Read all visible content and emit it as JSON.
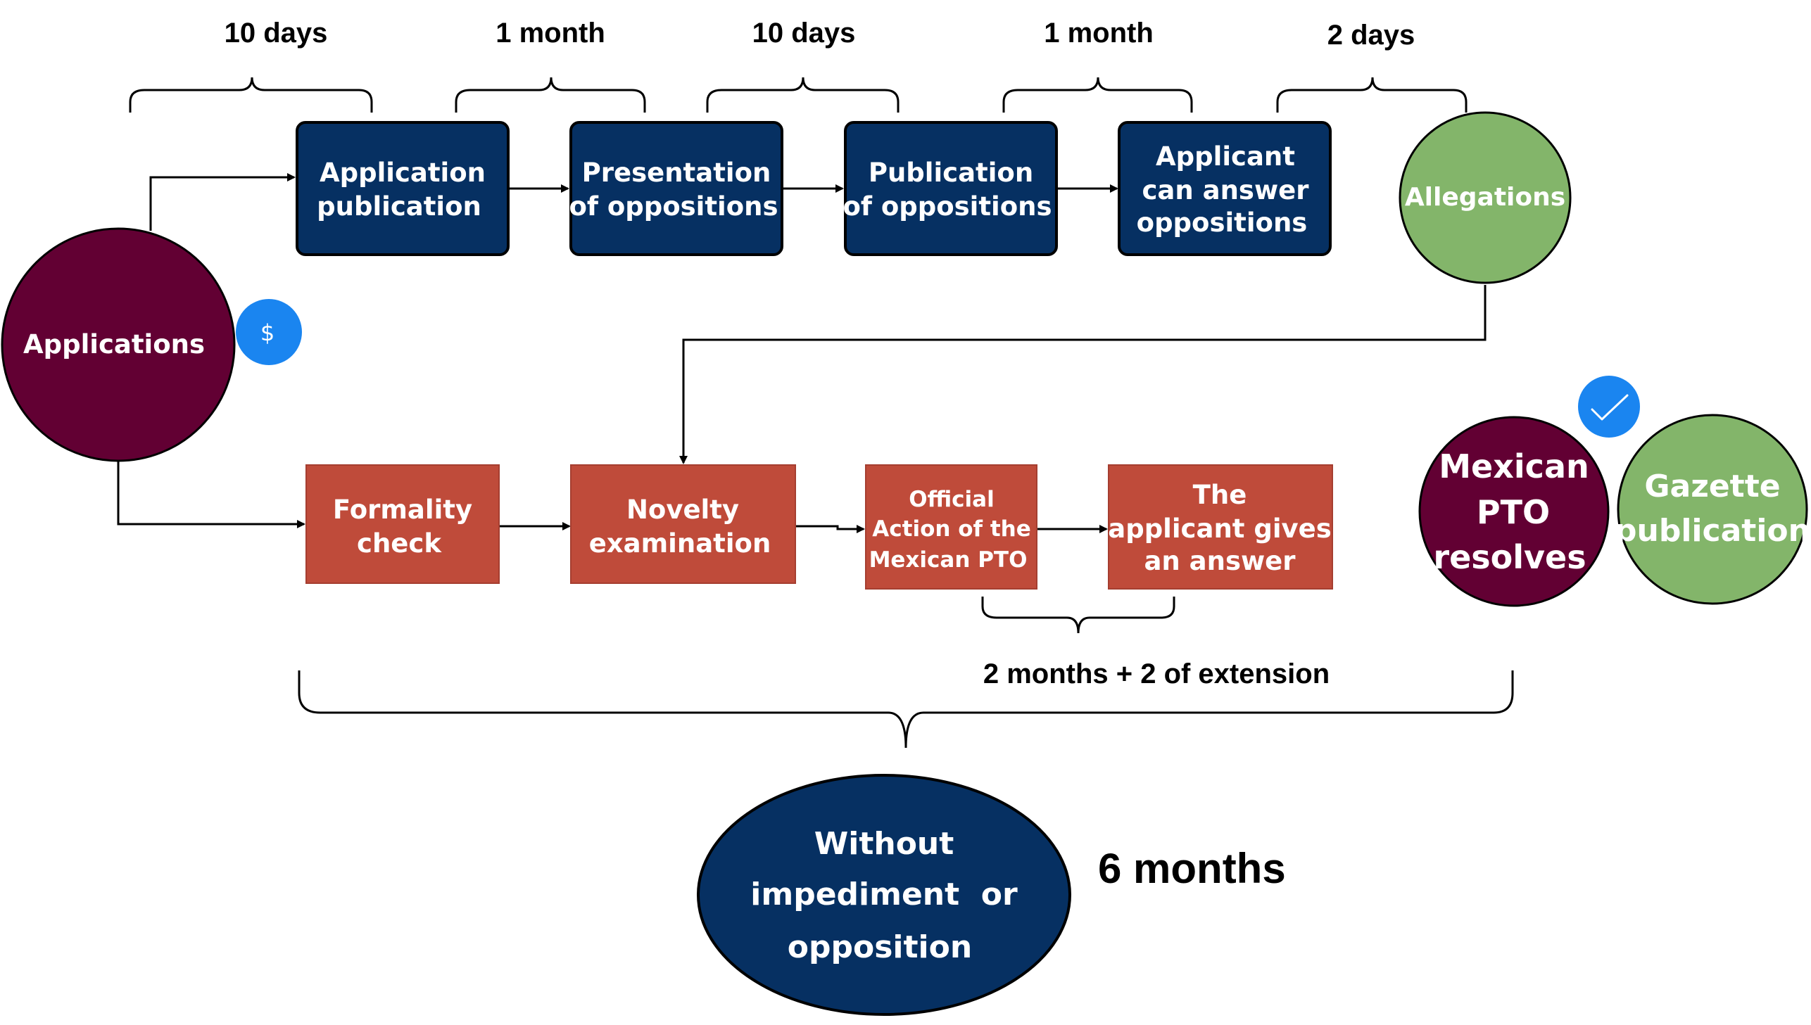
{
  "colors": {
    "navy": "#063062",
    "maroon": "#620033",
    "orange": "#bf4b3a",
    "green": "#83b56a",
    "blue_badge": "#1a85f0",
    "text_light": "#ffffff",
    "text_dark": "#000000"
  },
  "top_flow": {
    "application_publication": [
      "Application",
      "publication"
    ],
    "presentation_of_oppositions": [
      "Presentation",
      "of oppositions"
    ],
    "publication_of_oppositions": [
      "Publication",
      "of oppositions"
    ],
    "applicant_can_answer": [
      "Applicant",
      "can answer",
      "oppositions"
    ],
    "allegations": [
      "Allegations"
    ]
  },
  "top_durations": [
    "10 days",
    "1 month",
    "10 days",
    "1 month",
    "2 days"
  ],
  "applications": {
    "label": "Applications",
    "fee_icon": "dollar-icon",
    "fee_symbol": "$"
  },
  "bottom_flow": {
    "formality_check": [
      "Formality",
      "check"
    ],
    "novelty_examination": [
      "Novelty",
      "examination"
    ],
    "official_action": [
      "Official",
      "Action of the",
      "Mexican PTO"
    ],
    "applicant_answer": [
      "The",
      "applicant gives",
      "an answer"
    ]
  },
  "answer_duration": "2 months + 2 of extension",
  "resolution": {
    "mexican_pto": [
      "Mexican",
      "PTO",
      "resolves"
    ],
    "gazette": [
      "Gazette",
      "publication"
    ],
    "approved_icon": "checkmark-icon"
  },
  "summary": {
    "ellipse_lines": [
      "Without",
      "impediment  or",
      "opposition"
    ],
    "total_duration": "6 months"
  }
}
